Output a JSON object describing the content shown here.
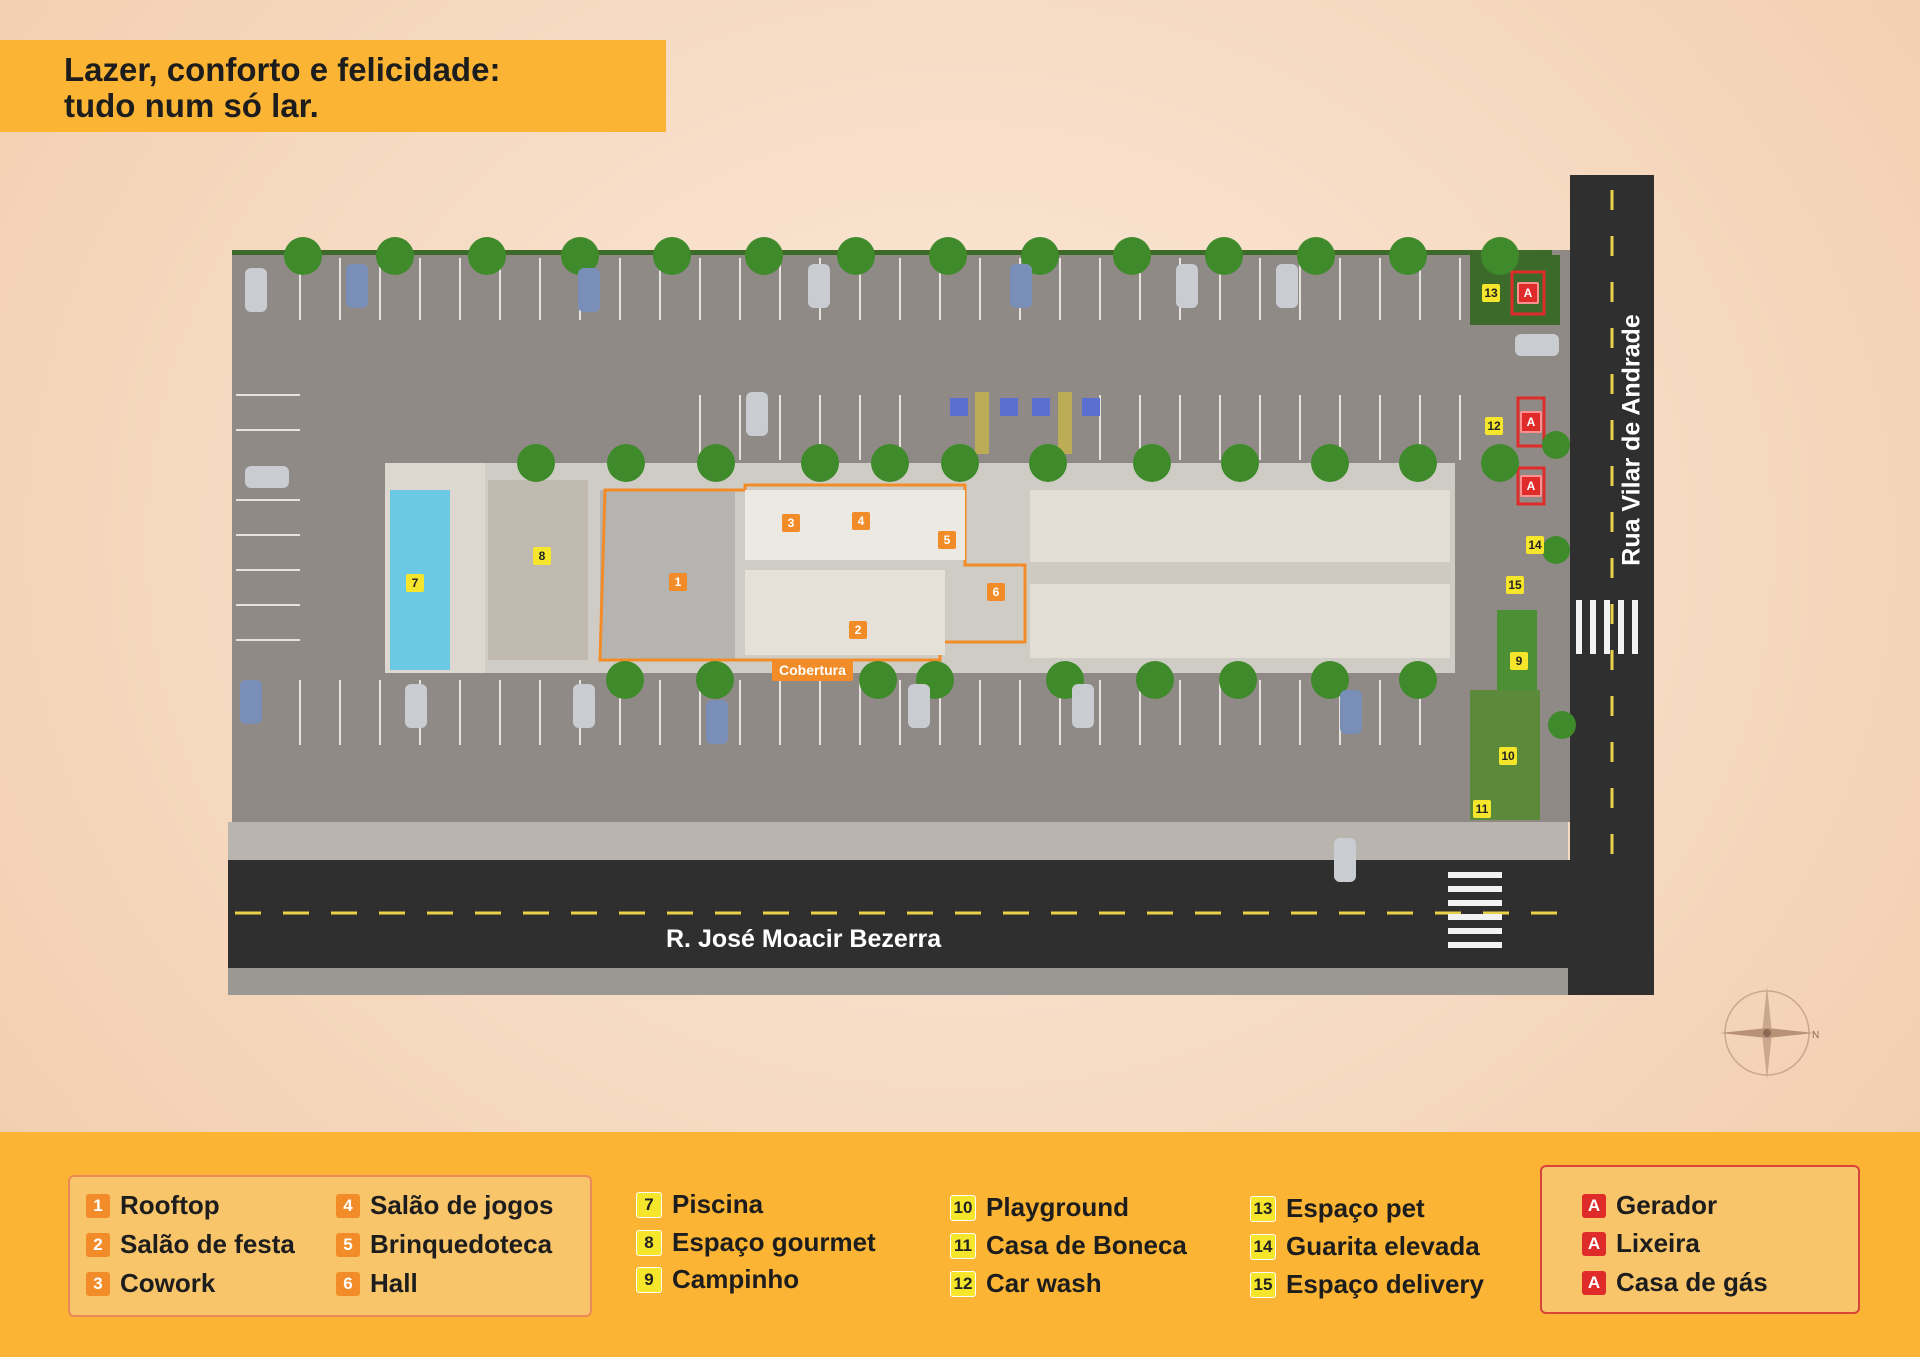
{
  "header": {
    "title_line1": "Lazer, conforto e felicidade:",
    "title_line2": "tudo num só lar."
  },
  "map": {
    "roads": {
      "south": "R. José Moacir Bezerra",
      "east": "Rua Vilar de Andrade"
    },
    "cobertura_label": "Cobertura",
    "markers": {
      "orange": [
        "1",
        "2",
        "3",
        "4",
        "5",
        "6"
      ],
      "yellow": [
        "7",
        "8",
        "9",
        "10",
        "11",
        "12",
        "13",
        "14",
        "15"
      ],
      "red": [
        "A",
        "A",
        "A"
      ]
    },
    "compass_letter": "N"
  },
  "legend": {
    "group1": [
      {
        "num": "1",
        "label": "Rooftop"
      },
      {
        "num": "2",
        "label": "Salão de festa"
      },
      {
        "num": "3",
        "label": "Cowork"
      },
      {
        "num": "4",
        "label": "Salão de jogos"
      },
      {
        "num": "5",
        "label": "Brinquedoteca"
      },
      {
        "num": "6",
        "label": "Hall"
      }
    ],
    "group2": [
      {
        "num": "7",
        "label": "Piscina"
      },
      {
        "num": "8",
        "label": "Espaço gourmet"
      },
      {
        "num": "9",
        "label": "Campinho"
      },
      {
        "num": "10",
        "label": "Playground"
      },
      {
        "num": "11",
        "label": "Casa de Boneca"
      },
      {
        "num": "12",
        "label": "Car wash"
      },
      {
        "num": "13",
        "label": "Espaço pet"
      },
      {
        "num": "14",
        "label": "Guarita elevada"
      },
      {
        "num": "15",
        "label": "Espaço delivery"
      }
    ],
    "group3": [
      {
        "num": "A",
        "label": "Gerador"
      },
      {
        "num": "A",
        "label": "Lixeira"
      },
      {
        "num": "A",
        "label": "Casa de gás"
      }
    ]
  },
  "colors": {
    "accent": "#fbb434",
    "orange_marker": "#f28c28",
    "yellow_marker": "#f5e62c",
    "red_marker": "#e02b2b",
    "road": "#2f2f2f",
    "parking": "#8f8a86",
    "tree": "#3f8a2a"
  }
}
